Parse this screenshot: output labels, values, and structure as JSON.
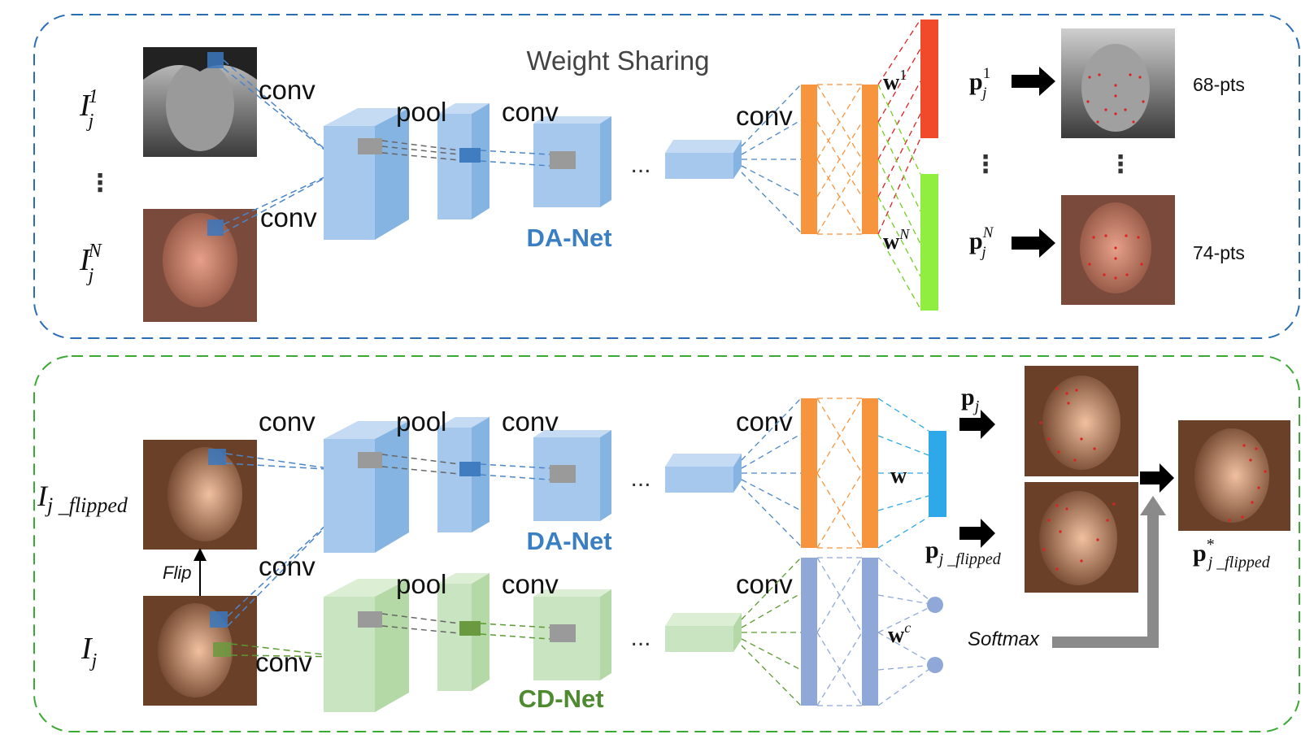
{
  "top_panel": {
    "title": "Weight Sharing",
    "net_name": "DA-Net",
    "input_1": {
      "base": "I",
      "sub": "j",
      "sup": "1"
    },
    "input_n": {
      "base": "I",
      "sub": "j",
      "sup": "N"
    },
    "layer_labels": {
      "conv_a": "conv",
      "conv_b": "conv",
      "pool": "pool",
      "conv_c": "conv",
      "conv_d": "conv"
    },
    "ellipsis": "...",
    "weights_1": {
      "base": "w",
      "sup": "1"
    },
    "weights_n": {
      "base": "w",
      "sup": "N"
    },
    "output_1": {
      "base": "p",
      "sub": "j",
      "sup": "1"
    },
    "output_n": {
      "base": "p",
      "sub": "j",
      "sup": "N"
    },
    "pts_1": "68-pts",
    "pts_n": "74-pts"
  },
  "bottom_panel": {
    "da_net_name": "DA-Net",
    "cd_net_name": "CD-Net",
    "input_flipped": {
      "base": "I",
      "sub": "j _flipped"
    },
    "input": {
      "base": "I",
      "sub": "j"
    },
    "flip_label": "Flip",
    "layer_labels": {
      "conv_a": "conv",
      "conv_b": "conv",
      "conv_c": "conv",
      "pool_top": "pool",
      "conv_top": "conv",
      "pool_bottom": "pool",
      "conv_bottom": "conv",
      "conv_fc_top": "conv",
      "conv_fc_bottom": "conv"
    },
    "ellipsis": "...",
    "weights": {
      "base": "w"
    },
    "weights_c": {
      "base": "w",
      "sup": "c"
    },
    "output": {
      "base": "p",
      "sub": "j"
    },
    "output_flipped": {
      "base": "p",
      "sub": "j _flipped"
    },
    "final_output": {
      "base": "p",
      "sub": "j _flipped",
      "sup": "*"
    },
    "softmax_label": "Softmax"
  },
  "colors": {
    "top_border": "#2a6db5",
    "bottom_border": "#3aaa35",
    "da_blue": "#a6c8ec",
    "cd_green": "#c9e4c0",
    "fc_orange": "#f7953f",
    "fc_purple": "#8fa8d8",
    "red_bar": "#f04a2a",
    "green_bar": "#90ee40",
    "blue_bar": "#2ea8e8",
    "da_text": "#3a7fc4",
    "cd_text": "#4d8a30"
  }
}
